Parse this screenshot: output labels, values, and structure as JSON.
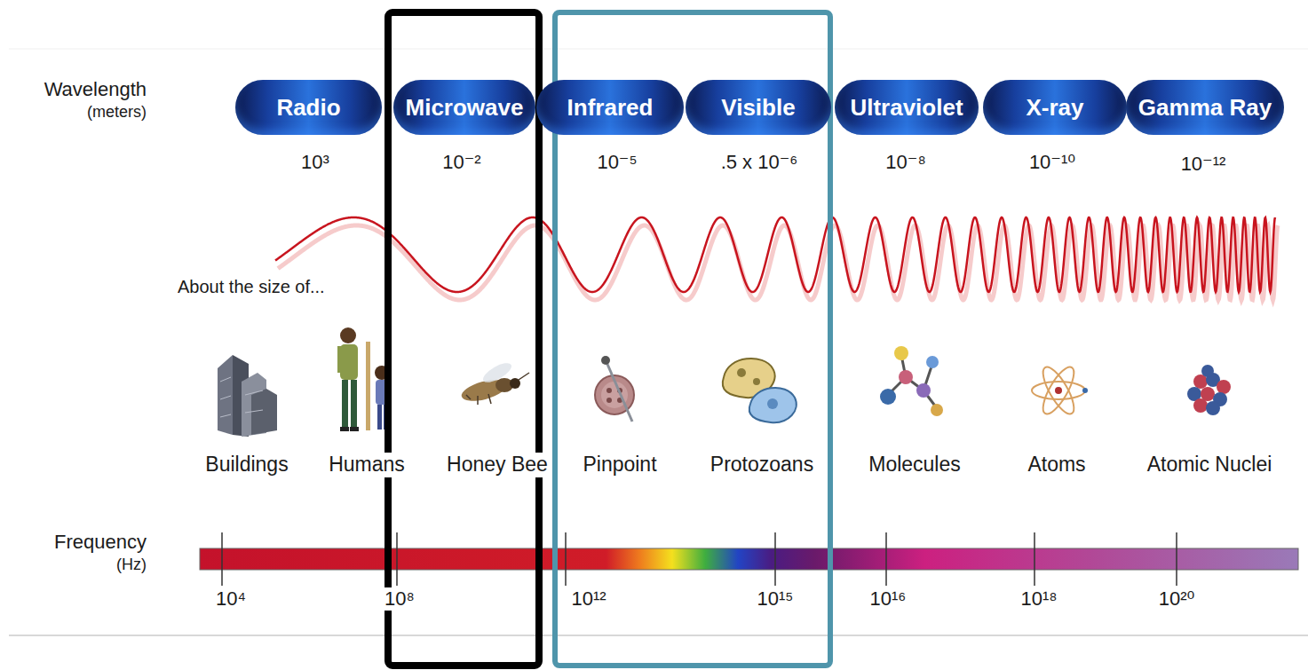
{
  "diagram": {
    "nodes": [
      {
        "text": [
          "Radio"
        ]
      },
      {
        "text": [
          "Microwave"
        ]
      },
      {
        "text": [
          "Infrared"
        ]
      },
      {
        "text": [
          "Visible"
        ]
      },
      {
        "text": [
          "Ultraviolet"
        ]
      },
      {
        "text": [
          "X-ray"
        ]
      },
      {
        "text": [
          "Gamma Ray"
        ]
      }
    ],
    "labels": [
      "Wavelength",
      "(meters)",
      "10³",
      "10⁻²",
      "10⁻⁵",
      ".5 x 10⁻⁶",
      "10⁻⁸",
      "10⁻¹⁰",
      "10⁻¹²",
      "About the size of...",
      "Buildings",
      "Humans",
      "Honey Bee",
      "Pinpoint",
      "Protozoans",
      "Molecules",
      "Atoms",
      "Atomic Nuclei",
      "Frequency",
      "(Hz)",
      "10⁴",
      "10⁸",
      "10¹²",
      "10¹⁵",
      "10¹⁶",
      "10¹⁸",
      "10²⁰"
    ]
  }
}
